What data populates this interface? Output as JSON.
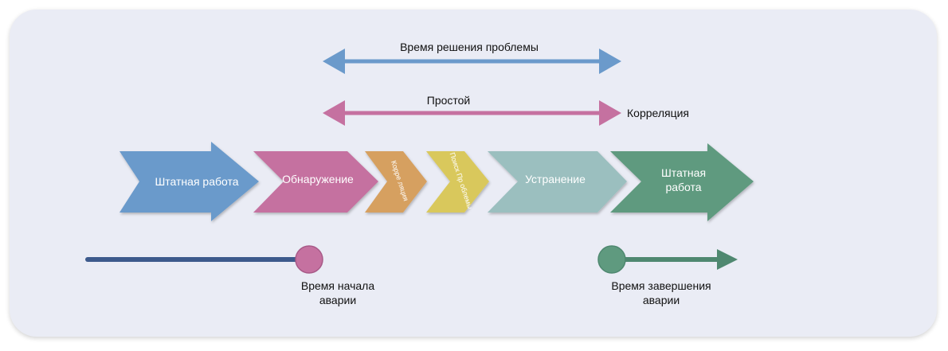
{
  "arrows": {
    "resolution_time": {
      "label": "Время решения проблемы",
      "color": "#6b9acb"
    },
    "downtime": {
      "label": "Простой",
      "color": "#c571a0"
    },
    "correlation_label": "Корреляция"
  },
  "phases": [
    {
      "label": "Штатная работа",
      "color": "#6b9acb"
    },
    {
      "label": "Обнаружение",
      "color": "#c571a0"
    },
    {
      "label": "Корре ляция",
      "color": "#d6a060"
    },
    {
      "label": "Поиск Пр облемы",
      "color": "#d9c85c"
    },
    {
      "label": "Устранение",
      "color": "#9bbfbf"
    },
    {
      "label_line1": "Штатная",
      "label_line2": "работа",
      "color": "#5f9a7f"
    }
  ],
  "timeline": {
    "start_color": "#3d5a8c",
    "accident_start": {
      "line1": "Время начала",
      "line2": "аварии",
      "color": "#c571a0"
    },
    "accident_end": {
      "line1": "Время завершения",
      "line2": "аварии",
      "color": "#5f9a7f"
    },
    "end_color": "#4f8870"
  }
}
